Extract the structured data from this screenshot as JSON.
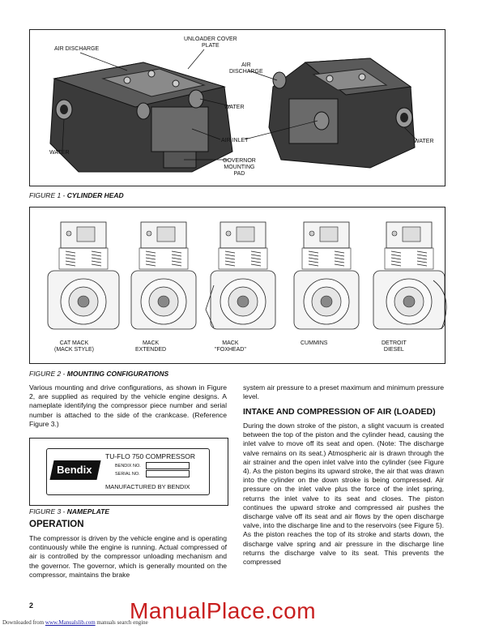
{
  "figure1": {
    "labels": {
      "air_discharge_left": "AIR DISCHARGE",
      "unloader_cover": "UNLOADER COVER\nPLATE",
      "air_discharge_right": "AIR\nDISCHARGE",
      "water_mid": "WATER",
      "air_inlet": "AIR INLET",
      "water_left": "WATER",
      "water_right": "WATER",
      "governor_pad": "GOVERNOR\nMOUNTING\nPAD"
    },
    "caption_prefix": "FIGURE 1 - ",
    "caption_title": "CYLINDER HEAD"
  },
  "figure2": {
    "configs": [
      {
        "label": "CAT MACK\n(MACK STYLE)"
      },
      {
        "label": "MACK\nEXTENDED"
      },
      {
        "label": "MACK\n\"FOXHEAD\""
      },
      {
        "label": "CUMMINS"
      },
      {
        "label": "DETROIT\nDIESEL"
      }
    ],
    "caption_prefix": "FIGURE 2 - ",
    "caption_title": "MOUNTING CONFIGURATIONS"
  },
  "left_col": {
    "para1": "Various mounting and drive configurations, as shown in Figure 2, are supplied as required by the vehicle engine designs. A nameplate identifying the compressor piece number and serial number is attached to the side of the crankcase. (Reference Figure 3.)",
    "operation_heading": "OPERATION",
    "para2": "The compressor is driven by the vehicle engine and is operating continuously while the engine is running. Actual compressed of air is controlled by the compressor unloading mechanism and the governor. The governor, which is generally mounted on the compressor, maintains the brake"
  },
  "figure3": {
    "brand": "Bendix",
    "title": "TU-FLO 750 COMPRESSOR",
    "bendix_no": "BENDIX NO.",
    "serial_no": "SERIAL NO.",
    "footer": "MANUFACTURED BY BENDIX",
    "caption_prefix": "FIGURE 3 - ",
    "caption_title": "NAMEPLATE"
  },
  "right_col": {
    "para1": "system air pressure to a preset maximum and minimum pressure level.",
    "heading": "INTAKE AND COMPRESSION OF AIR (LOADED)",
    "para2": "During the down stroke of the piston, a slight vacuum is created between the top of the piston and the cylinder head, causing the inlet valve to move off its seat and open. (Note: The discharge valve remains on its seat.) Atmospheric air is drawn through the air strainer and the open inlet valve into the cylinder (see Figure 4). As the piston begins its upward stroke, the air that was drawn into the cylinder on the down stroke is being compressed. Air pressure on the inlet valve plus the force of the inlet spring, returns the inlet valve to its seat and closes. The piston continues the upward stroke and compressed air pushes the discharge valve off its seat and air flows by the open discharge valve, into the discharge line and to the reservoirs (see Figure 5). As the piston reaches the top of its stroke and starts down, the discharge valve spring and air pressure in the discharge line returns the discharge valve to its seat. This prevents the compressed"
  },
  "footer": {
    "page_number": "2",
    "watermark": "ManualPlace.com",
    "downloaded_prefix": "Downloaded from ",
    "downloaded_link": "www.Manualslib.com",
    "downloaded_suffix": " manuals search engine"
  }
}
